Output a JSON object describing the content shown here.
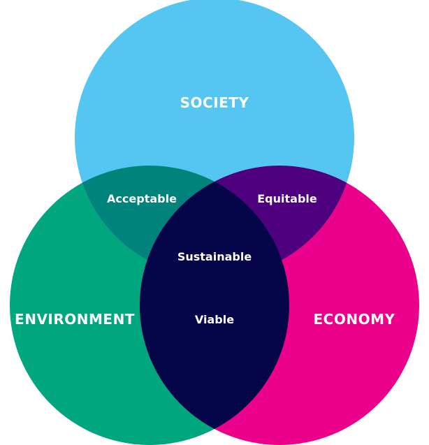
{
  "diagram": {
    "circles": {
      "society": {
        "label": "SOCIETY",
        "color": "#55c5f2"
      },
      "environment": {
        "label": "ENVIRONMENT",
        "color": "#00a67e"
      },
      "economy": {
        "label": "ECONOMY",
        "color": "#eb008b"
      }
    },
    "overlaps": {
      "society_environment": {
        "label": "Acceptable",
        "color": "#00837a"
      },
      "society_economy": {
        "label": "Equitable",
        "color": "#4f007f"
      },
      "environment_economy": {
        "label": "Viable",
        "color": "#05064a"
      },
      "all": {
        "label": "Sustainable",
        "color": "#05064a"
      }
    }
  }
}
